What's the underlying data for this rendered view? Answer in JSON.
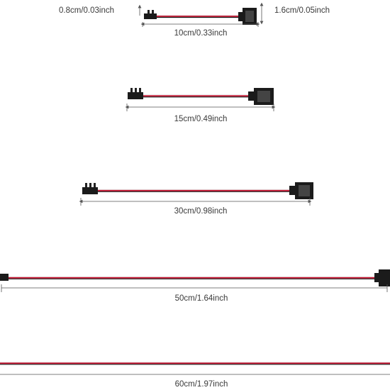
{
  "labels": {
    "end_small": "0.8cm/0.03inch",
    "end_large": "1.6cm/0.05inch",
    "cable_10": "10cm/0.33inch",
    "cable_15": "15cm/0.49inch",
    "cable_30": "30cm/0.98inch",
    "cable_50": "50cm/1.64inch",
    "cable_60": "60cm/1.97inch"
  },
  "colors": {
    "wire_red": "#c8102e",
    "wire_black": "#1a1a1a",
    "wire_white": "#e6e6e6",
    "connector": "#1b1b1b",
    "dimension_line": "#555555"
  }
}
